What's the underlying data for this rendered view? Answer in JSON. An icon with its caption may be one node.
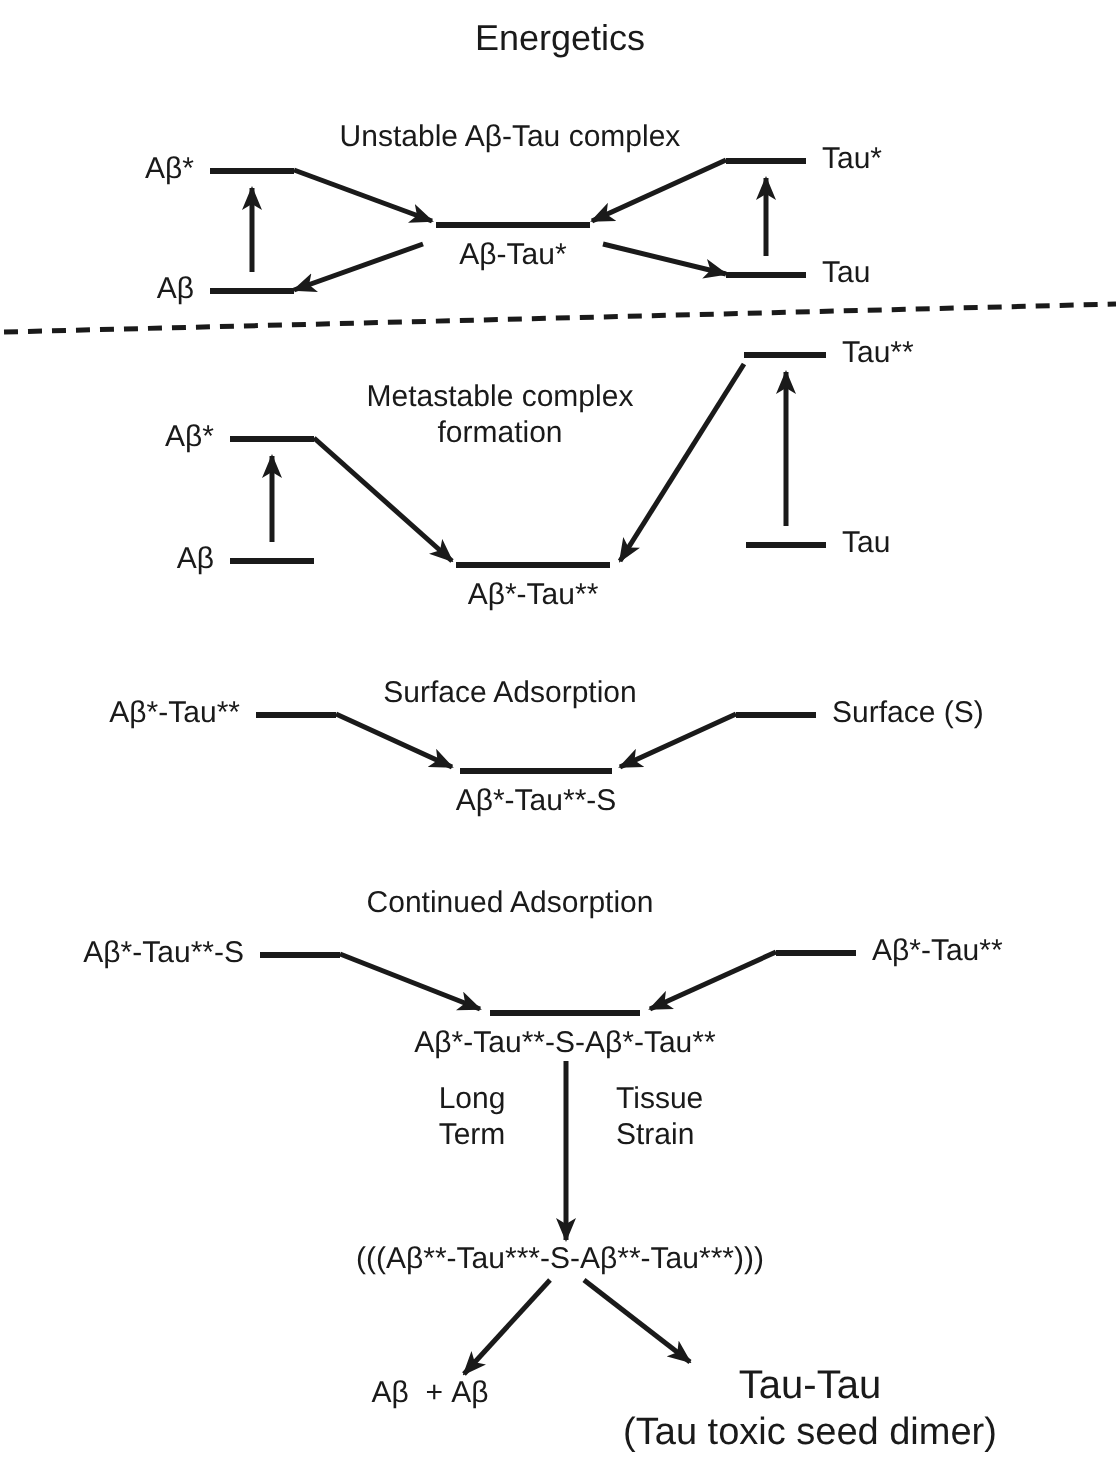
{
  "diagram": {
    "title": "Energetics",
    "nodes": [
      {
        "text": [
          "Aβ*"
        ]
      },
      {
        "text": [
          "Tau*"
        ]
      },
      {
        "text": [
          "Aβ-Tau*"
        ]
      },
      {
        "text": [
          "Aβ"
        ]
      },
      {
        "text": [
          "Tau"
        ]
      },
      {
        "text": [
          "Tau**"
        ]
      },
      {
        "text": [
          "Aβ*"
        ]
      },
      {
        "text": [
          "Aβ"
        ]
      },
      {
        "text": [
          "Tau"
        ]
      },
      {
        "text": [
          "Aβ*-Tau**"
        ]
      },
      {
        "text": [
          "Aβ*-Tau**"
        ]
      },
      {
        "text": [
          "Surface (S)"
        ]
      },
      {
        "text": [
          "Aβ*-Tau**-S"
        ]
      },
      {
        "text": [
          "Aβ*-Tau**-S"
        ]
      },
      {
        "text": [
          "Aβ*-Tau**"
        ]
      },
      {
        "text": [
          "Aβ*-Tau**-S-Aβ*-Tau**"
        ]
      },
      {
        "text": [
          "(((Aβ**-Tau***-S-Aβ**-Tau***)))"
        ]
      },
      {
        "text": [
          "Aβ  + Aβ"
        ]
      },
      {
        "text": [
          "Tau-Tau",
          "(Tau toxic seed dimer)"
        ]
      }
    ],
    "edges": [
      {
        "from": 3,
        "to": 0,
        "arrow": "to"
      },
      {
        "from": 4,
        "to": 1,
        "arrow": "to"
      },
      {
        "from": 0,
        "to": 2,
        "arrow": "to"
      },
      {
        "from": 1,
        "to": 2,
        "arrow": "to"
      },
      {
        "from": 2,
        "to": 3,
        "arrow": "to"
      },
      {
        "from": 2,
        "to": 4,
        "arrow": "to"
      },
      {
        "from": 7,
        "to": 6,
        "arrow": "to"
      },
      {
        "from": 8,
        "to": 5,
        "arrow": "to"
      },
      {
        "from": 6,
        "to": 9,
        "arrow": "to"
      },
      {
        "from": 5,
        "to": 9,
        "arrow": "to"
      },
      {
        "from": 10,
        "to": 12,
        "arrow": "to"
      },
      {
        "from": 11,
        "to": 12,
        "arrow": "to"
      },
      {
        "from": 13,
        "to": 15,
        "arrow": "to"
      },
      {
        "from": 14,
        "to": 15,
        "arrow": "to"
      },
      {
        "from": 15,
        "to": 16,
        "arrow": "to"
      },
      {
        "from": 16,
        "to": 17,
        "arrow": "to"
      },
      {
        "from": 16,
        "to": 18,
        "arrow": "to"
      }
    ],
    "labels": [
      "Unstable Aβ-Tau complex",
      "Metastable complex formation",
      "Surface Adsorption",
      "Continued Adsorption",
      "Long Term",
      "Tissue Strain"
    ]
  }
}
